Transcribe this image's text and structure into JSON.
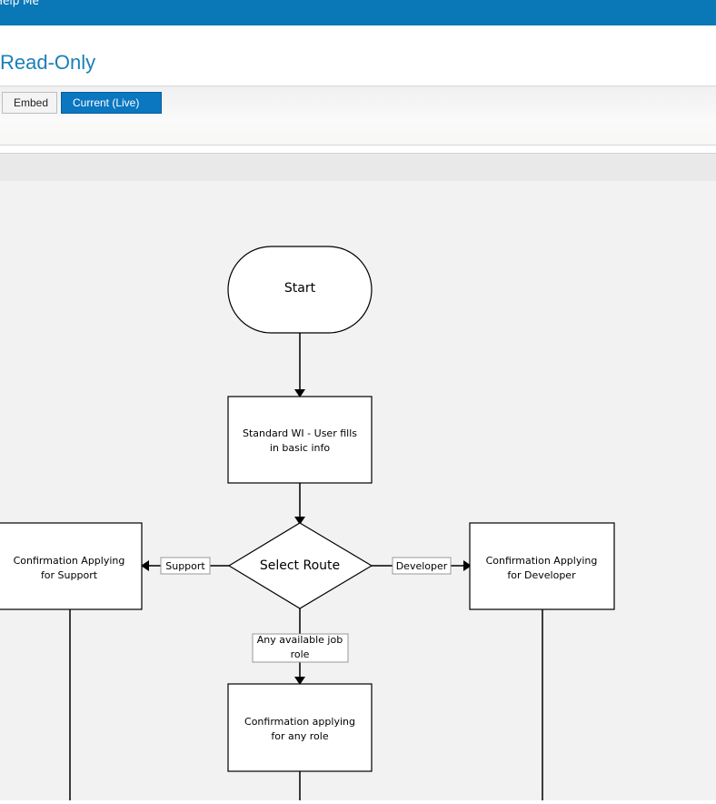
{
  "header": {
    "help_label": "Help Me"
  },
  "page": {
    "title": "Read-Only"
  },
  "toolbar": {
    "embed_label": "Embed",
    "live_label": "Current (Live)"
  },
  "colors": {
    "topbar": "#0a77b6",
    "accent": "#1a7fb8",
    "active_button": "#0a77c0",
    "canvas": "#f2f2f2"
  },
  "flowchart": {
    "start": "Start",
    "step1": [
      "Standard WI - User fills",
      "in basic info"
    ],
    "decision": "Select Route",
    "left_edge": "Support",
    "right_edge": "Developer",
    "down_edge": [
      "Any available job",
      "role"
    ],
    "left_node": [
      "Confirmation Applying",
      "for Support"
    ],
    "right_node": [
      "Confirmation Applying",
      "for Developer"
    ],
    "bottom_node": [
      "Confirmation applying",
      "for any role"
    ]
  }
}
